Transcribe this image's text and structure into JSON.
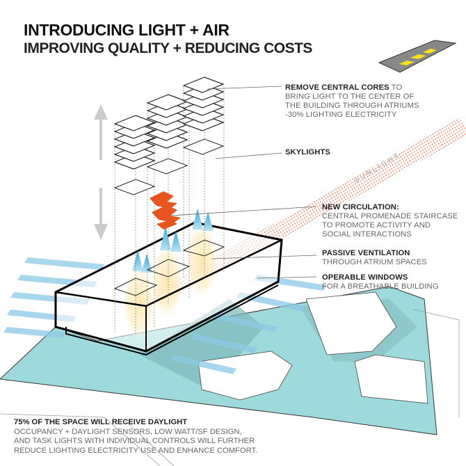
{
  "header": {
    "title": "INTRODUCING LIGHT + AIR",
    "subtitle": "IMPROVING QUALITY + REDUCING COSTS"
  },
  "sunlight_label": "SUNLIGHT",
  "callouts": [
    {
      "id": "remove-cores",
      "heading": "REMOVE CENTRAL CORES",
      "heading_tail": " TO",
      "lines": [
        "BRING LIGHT TO THE CENTER OF",
        "THE BUILDING THROUGH ATRIUMS",
        "-30% LIGHTING ELECTRICITY"
      ]
    },
    {
      "id": "skylights",
      "heading": "SKYLIGHTS",
      "lines": []
    },
    {
      "id": "new-circulation",
      "heading": "NEW CIRCULATION:",
      "lines": [
        "CENTRAL PROMENADE STAIRCASE",
        "TO PROMOTE ACTIVITY AND",
        "SOCIAL INTERACTIONS"
      ]
    },
    {
      "id": "passive-ventilation",
      "heading": "PASSIVE VENTILATION",
      "lines": [
        "THROUGH ATRIUM SPACES"
      ]
    },
    {
      "id": "operable-windows",
      "heading": "OPERABLE WINDOWS",
      "lines": [
        "FOR A BREATHABLE  BUILDING"
      ]
    }
  ],
  "footer": {
    "heading": "75% OF THE SPACE WILL RECEIVE DAYLIGHT",
    "lines": [
      "OCCUPANCY + DAYLIGHT SENSORS, LOW WATT/SF DESIGN,",
      "AND TASK LIGHTS WITH INDIVIDUAL CONTROLS WILL FURTHER",
      "REDUCE LIGHTING ELECTRICITY USE AND ENHANCE COMFORT."
    ]
  },
  "colors": {
    "ground": "#9ed9dc",
    "ground_shadow": "#7fb8ba",
    "air": "#8cc9e6",
    "light": "#f7c948",
    "stair": "#e8541e",
    "sun_dots": "#ef6a40",
    "skylight_icon": "#888888",
    "skylight_glass": "#f4e21c"
  }
}
